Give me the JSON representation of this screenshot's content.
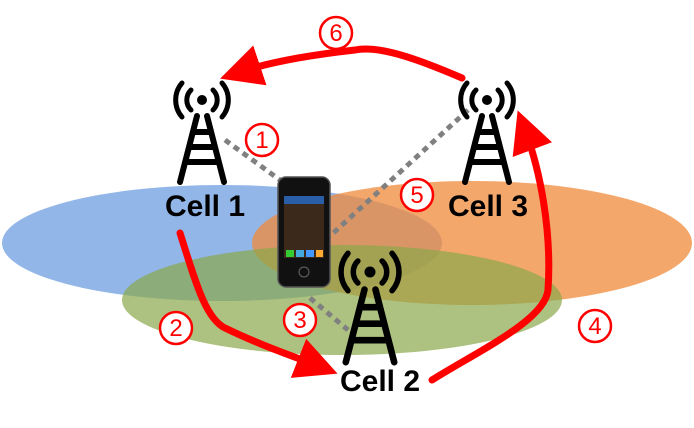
{
  "cells": [
    {
      "label": "Cell 1",
      "color": "#6d9ee0"
    },
    {
      "label": "Cell 2",
      "color": "#8aa84a"
    },
    {
      "label": "Cell 3",
      "color": "#f08a3a"
    }
  ],
  "steps": [
    "1",
    "2",
    "3",
    "4",
    "5",
    "6"
  ],
  "colors": {
    "path": "#ff0000",
    "link": "#808080",
    "tower": "#000000"
  }
}
